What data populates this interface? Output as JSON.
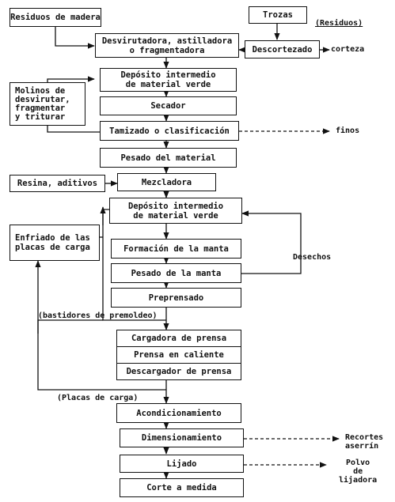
{
  "nodes": {
    "residuos_madera": "Residuos de madera",
    "trozas": "Trozas",
    "residuos_label": "(Residuos)",
    "desvirutadora": "Desvirutadora, astilladora\no fragmentadora",
    "descortezado": "Descortezado",
    "corteza": "corteza",
    "molinos": "Molinos de\ndesvirutar,\nfragmentar\ny triturar",
    "deposito1": "Depósito intermedio\nde material verde",
    "secador": "Secador",
    "tamizado": "Tamizado o clasificación",
    "finos": "finos",
    "pesado_material": "Pesado del material",
    "resina": "Resina, aditivos",
    "mezcladora": "Mezcladora",
    "deposito2": "Depósito intermedio\nde material verde",
    "enfriado": "Enfriado de las\nplacas de carga",
    "formacion": "Formación de la manta",
    "desechos": "Desechos",
    "pesado_manta": "Pesado de la manta",
    "preprensado": "Preprensado",
    "bastidores": "(bastidores de premoldeo)",
    "cargadora": "Cargadora de prensa",
    "prensa": "Prensa en caliente",
    "descargador": "Descargador de prensa",
    "placas": "(Placas de carga)",
    "acondicionamiento": "Acondicionamiento",
    "dimensionamiento": "Dimensionamiento",
    "recortes": "Recortes\naserrín",
    "lijado": "Lijado",
    "polvo": "Polvo\nde\nlijadora",
    "corte": "Corte a medida"
  }
}
